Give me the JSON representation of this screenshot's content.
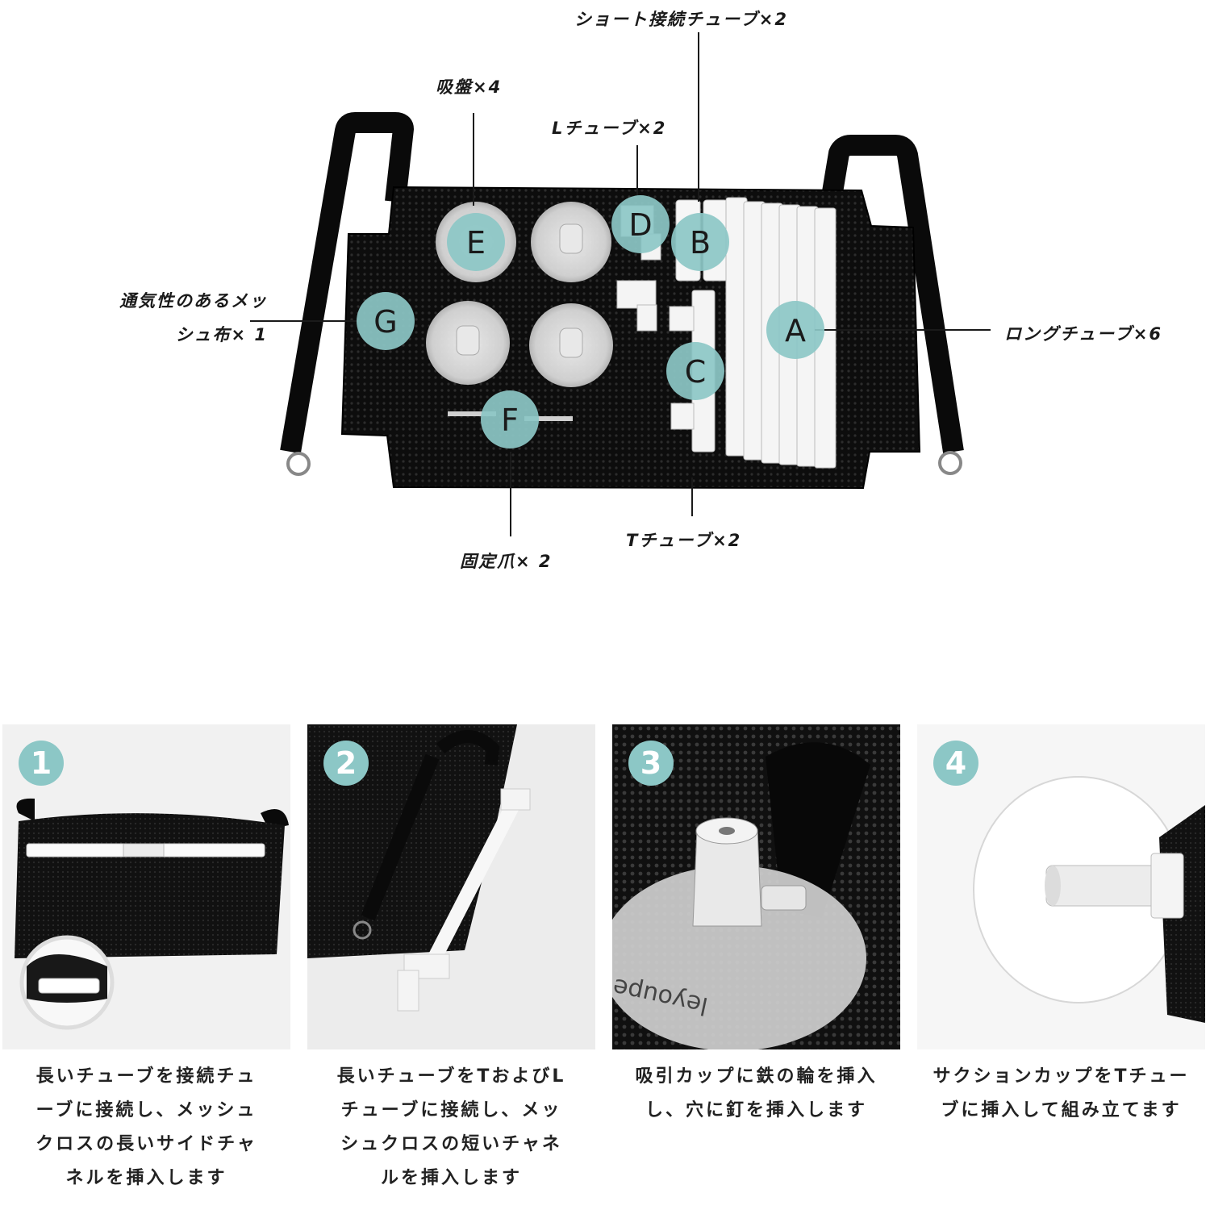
{
  "labels": {
    "short_tube": "ショート接続チューブ×2",
    "suction": "吸盤×4",
    "l_tube": "Lチューブ×2",
    "mesh_line1": "通気性のあるメッ",
    "mesh_line2": "シュ布× 1",
    "long_tube": "ロングチューブ×6",
    "t_tube": "Tチューブ×2",
    "claw": "固定爪× 2"
  },
  "part_letters": [
    "A",
    "B",
    "C",
    "D",
    "E",
    "F",
    "G"
  ],
  "steps": [
    {
      "number": "1",
      "lines": [
        "長いチューブを接続チュ",
        "ーブに接続し、メッシュ",
        "クロスの長いサイドチャ",
        "ネルを挿入します"
      ]
    },
    {
      "number": "2",
      "lines": [
        "長いチューブをTおよびL",
        "チューブに接続し、メッ",
        "シュクロスの短いチャネ",
        "ルを挿入します"
      ]
    },
    {
      "number": "3",
      "lines": [
        "吸引カップに鉄の輪を挿入",
        "し、穴に釘を挿入します"
      ]
    },
    {
      "number": "4",
      "lines": [
        "サクションカップをTチュー",
        "ブに挿入して組み立てます"
      ]
    }
  ],
  "photo3_brand": "leyoupet",
  "colors": {
    "badge": "#8cc7c6",
    "mesh": "#111111",
    "tube": "#f4f4f4"
  }
}
